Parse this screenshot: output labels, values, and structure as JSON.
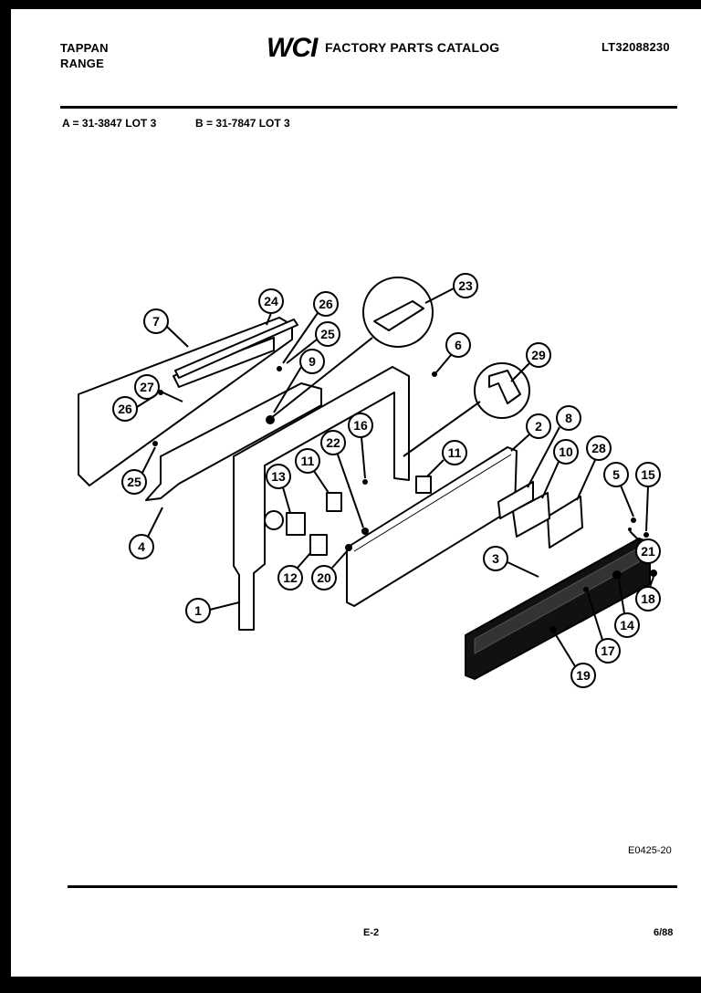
{
  "header": {
    "brand_line1": "TAPPAN",
    "brand_line2": "RANGE",
    "logo": "WCI",
    "catalog_title": "FACTORY PARTS CATALOG",
    "catalog_number": "LT32088230"
  },
  "models": {
    "a": "A = 31-3847 LOT 3",
    "b": "B = 31-7847 LOT 3"
  },
  "diagram": {
    "part_numbers": [
      "1",
      "2",
      "3",
      "4",
      "5",
      "6",
      "7",
      "8",
      "9",
      "10",
      "11",
      "11",
      "12",
      "13",
      "14",
      "15",
      "16",
      "17",
      "18",
      "19",
      "20",
      "21",
      "22",
      "23",
      "24",
      "25",
      "25",
      "26",
      "26",
      "27",
      "28",
      "29"
    ]
  },
  "footer": {
    "drawing_code": "E0425-20",
    "page": "E-2",
    "date": "6/88"
  }
}
